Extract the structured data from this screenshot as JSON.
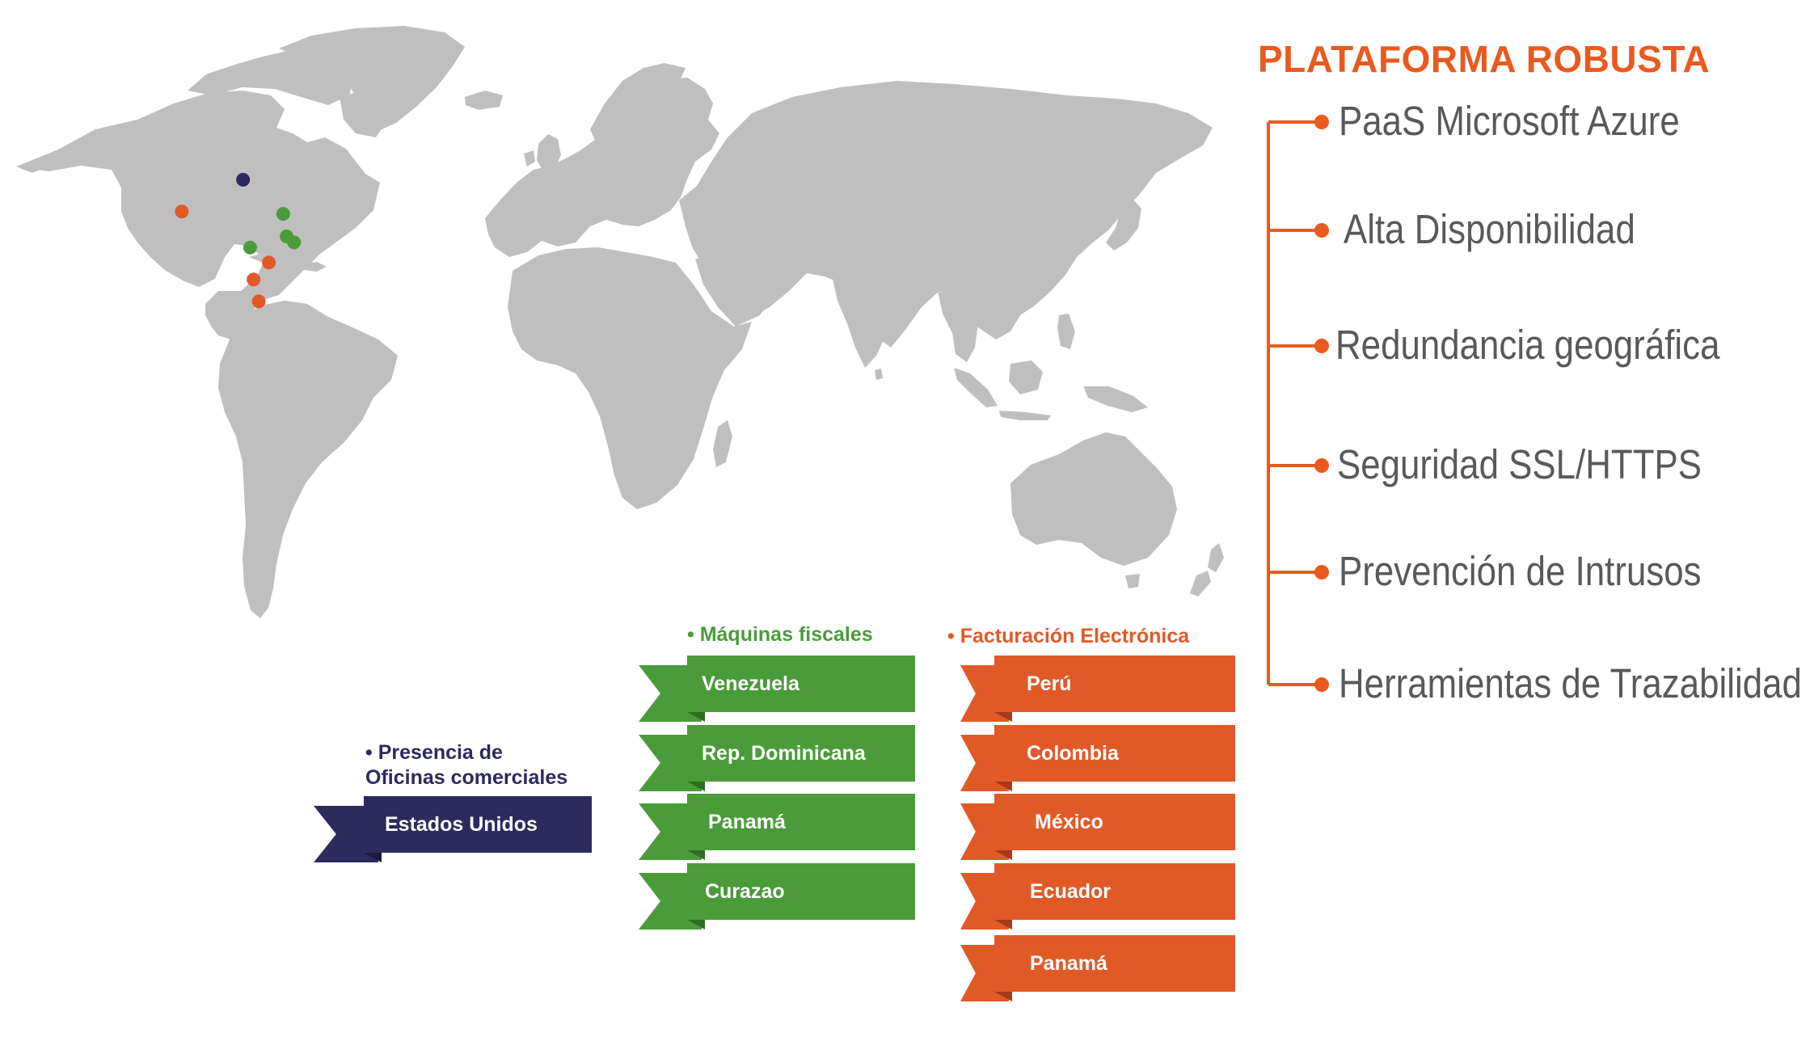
{
  "colors": {
    "land": "#bfbfbf",
    "navy": "#2d2a5e",
    "navy_dark": "#1b1940",
    "green": "#4b9b3a",
    "green_dark": "#2f6e24",
    "orange": "#e05a28",
    "orange_dark": "#a8391a",
    "title": "#e95a1f",
    "feature_text": "#595959"
  },
  "platform": {
    "title": "PLATAFORMA ROBUSTA",
    "features": [
      "PaaS Microsoft Azure",
      "Alta Disponibilidad",
      "Redundancia geográfica",
      "Seguridad SSL/HTTPS",
      "Prevención de Intrusos",
      "Herramientas de Trazabilidad"
    ]
  },
  "groups": {
    "offices": {
      "heading_line1": "• Presencia de",
      "heading_line2": "Oficinas comerciales",
      "items": [
        "Estados Unidos"
      ]
    },
    "fiscal": {
      "heading": "• Máquinas fiscales",
      "items": [
        "Venezuela",
        "Rep. Dominicana",
        "Panamá",
        "Curazao"
      ]
    },
    "einvoice": {
      "heading": "• Facturación Electrónica",
      "items": [
        "Perú",
        "Colombia",
        "México",
        "Ecuador",
        "Panamá"
      ]
    }
  },
  "map_markers": [
    {
      "name": "marker-united-states",
      "group": "offices",
      "lon": -81.5,
      "lat": 28.5
    },
    {
      "name": "marker-mexico",
      "group": "einvoice",
      "lon": -99.1,
      "lat": 19.4
    },
    {
      "name": "marker-dominican-republic",
      "group": "fiscal",
      "lon": -70.0,
      "lat": 18.7
    },
    {
      "name": "marker-panama-fiscal",
      "group": "fiscal",
      "lon": -79.5,
      "lat": 9.0
    },
    {
      "name": "marker-curacao",
      "group": "fiscal",
      "lon": -69.0,
      "lat": 12.2
    },
    {
      "name": "marker-venezuela",
      "group": "fiscal",
      "lon": -66.9,
      "lat": 10.5
    },
    {
      "name": "marker-colombia",
      "group": "einvoice",
      "lon": -74.1,
      "lat": 4.7
    },
    {
      "name": "marker-ecuador",
      "group": "einvoice",
      "lon": -78.5,
      "lat": -0.2
    },
    {
      "name": "marker-peru",
      "group": "einvoice",
      "lon": -77.0,
      "lat": -6.5
    }
  ]
}
